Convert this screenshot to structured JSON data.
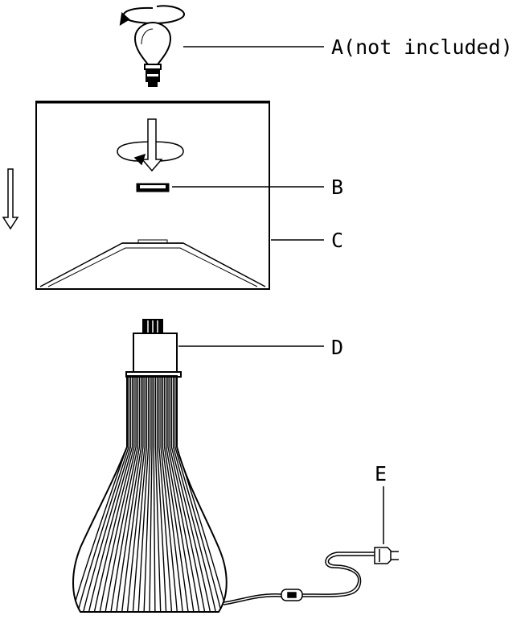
{
  "labels": {
    "a": "A(not included)",
    "b": "B",
    "c": "C",
    "d": "D",
    "e": "E"
  },
  "colors": {
    "line": "#000000",
    "background": "#ffffff"
  }
}
